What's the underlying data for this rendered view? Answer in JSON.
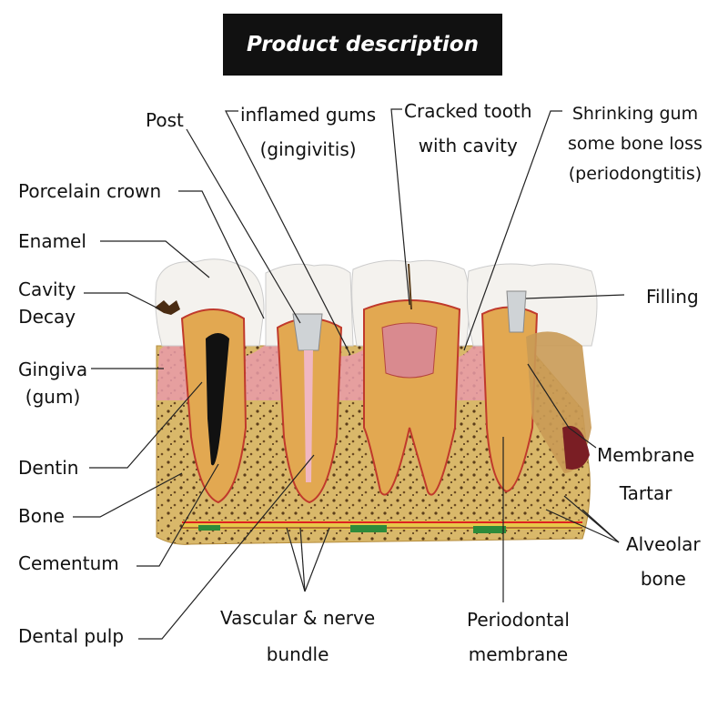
{
  "title": "Product description",
  "labels": {
    "post": "Post",
    "inflamed_gums": [
      "inflamed gums",
      "(gingivitis)"
    ],
    "cracked_tooth": [
      "Cracked tooth",
      "with cavity"
    ],
    "shrinking_gum": [
      "Shrinking gum",
      "some bone loss",
      "(periodongtitis)"
    ],
    "porcelain_crown": "Porcelain crown",
    "enamel": "Enamel",
    "cavity_decay": [
      "Cavity",
      "Decay"
    ],
    "filling": "Filling",
    "gingiva": [
      "Gingiva",
      "(gum)"
    ],
    "membrane_tartar": [
      "Membrane",
      "Tartar"
    ],
    "dentin": "Dentin",
    "bone": "Bone",
    "alveolar_bone": [
      "Alveolar",
      "bone"
    ],
    "cementum": "Cementum",
    "vascular_nerve": [
      "Vascular & nerve",
      "bundle"
    ],
    "periodontal_membrane": [
      "Periodontal",
      "membrane"
    ],
    "dental_pulp": "Dental pulp"
  },
  "colors": {
    "bone": "#d9b86a",
    "gum": "#e79aa8",
    "enamel": "#f4f2ee",
    "pulp": "#d98a8f",
    "banner": "#111111"
  }
}
